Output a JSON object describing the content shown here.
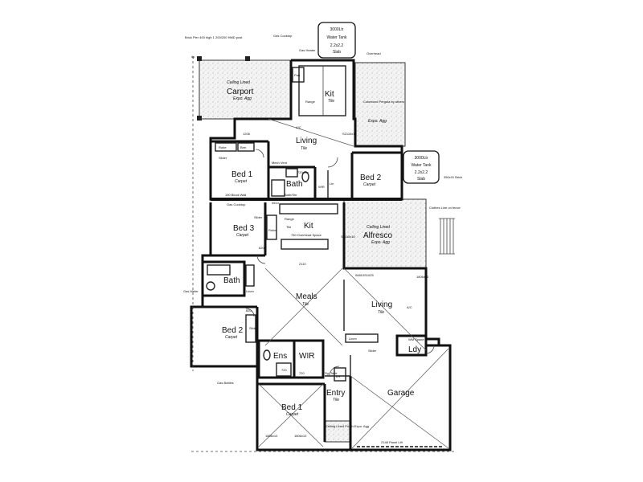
{
  "rooms": {
    "carport": {
      "name": "Carport",
      "finish": "Expo. Agg",
      "note": "Ceiling Lined"
    },
    "kit_top": {
      "name": "Kit",
      "finish": "Tile"
    },
    "pergola": {
      "note": "Colorbond Pergola by others",
      "finish": "Expo. Agg"
    },
    "living_top": {
      "name": "Living",
      "finish": "Tile"
    },
    "bed1_top": {
      "name": "Bed 1",
      "finish": "Carpet"
    },
    "bath_top": {
      "name": "Bath"
    },
    "bed2_top": {
      "name": "Bed 2",
      "finish": "Carpet"
    },
    "bed3": {
      "name": "Bed 3",
      "finish": "Carpet"
    },
    "kit_mid": {
      "name": "Kit"
    },
    "alfresco": {
      "name": "Alfresco",
      "note": "Ceiling Lined",
      "finish": "Expo. Agg"
    },
    "bath_mid": {
      "name": "Bath"
    },
    "meals": {
      "name": "Meals",
      "finish": "Tile"
    },
    "living_bot": {
      "name": "Living",
      "finish": "Tile"
    },
    "bed2_bot": {
      "name": "Bed 2",
      "finish": "Carpet"
    },
    "ens": {
      "name": "Ens"
    },
    "wir_bot": {
      "name": "WIR"
    },
    "entry": {
      "name": "Entry",
      "finish": "Tile"
    },
    "garage": {
      "name": "Garage"
    },
    "bed1_bot": {
      "name": "Bed 1",
      "finish": "Carpet"
    },
    "ldy": {
      "name": "Ldy"
    }
  },
  "labels": {
    "pantry": "Pan",
    "range_top": "Range",
    "robe_top": "Robe",
    "brm": "Brm",
    "slider_bed1": "Slider",
    "mech_vent": "Mech Vent",
    "cov_720": "720 cov",
    "bath_shr": "Bath/Shr",
    "wir_top": "WIR",
    "lin_top": "Lin",
    "block_wall": "190 Block Wall",
    "range_mid": "Range",
    "tile_mid": "Tile",
    "robe_mid": "Robe",
    "slider_bed3": "Slider",
    "overhead_mid": "750 Overhead Space",
    "linen_mid": "Linen",
    "slider_bed2": "Slider",
    "linen_bot": "Linen",
    "slider_living": "Slider",
    "wm_space": "WM Space",
    "lh": "LH",
    "ac_top": "A/C",
    "ac_bot": "A/C",
    "sg_tank": "Sg. Tank",
    "porch": "Ceiling Lined Porch Expo. Agg",
    "panel_lift": "2148 Panel Lift",
    "door_820_a": "820",
    "door_820_b": "820",
    "door_720_a": "720",
    "door_720_b": "720",
    "window_1806": "1806x10",
    "window_1806_b": "1806x10",
    "window_1810": "1806x10",
    "window_2110": "2110",
    "window_0610": "0610",
    "window_06x10": "06810S1025",
    "win_1206": "1206",
    "win_s2110": "S2110x10",
    "win_s2110b": "S2110x10"
  },
  "notes": {
    "brick_pier": "Brick Pier 400 high 1 200/200 HMD post",
    "gas_cooktop_top": "Gas Cooktop",
    "gas_heater": "Gas Heater",
    "overhead": "Overhead",
    "tank_top": {
      "line1": "3000Ltr",
      "line2": "Water Tank",
      "line3": "2.2x2.2",
      "line4": "Slab"
    },
    "tank_mid": {
      "line1": "3000Ltr",
      "line2": "Water Tank",
      "line3": "2.2x2.2",
      "line4": "Slab"
    },
    "brick_350": "350x31 Brick",
    "clothes_line": "Clothes Line on fence",
    "gas_cooktop_mid": "Gas Cooktop",
    "gas_meter": "Gas Meter",
    "gas_bottles": "Gas Bottles",
    "dp": "dp"
  }
}
